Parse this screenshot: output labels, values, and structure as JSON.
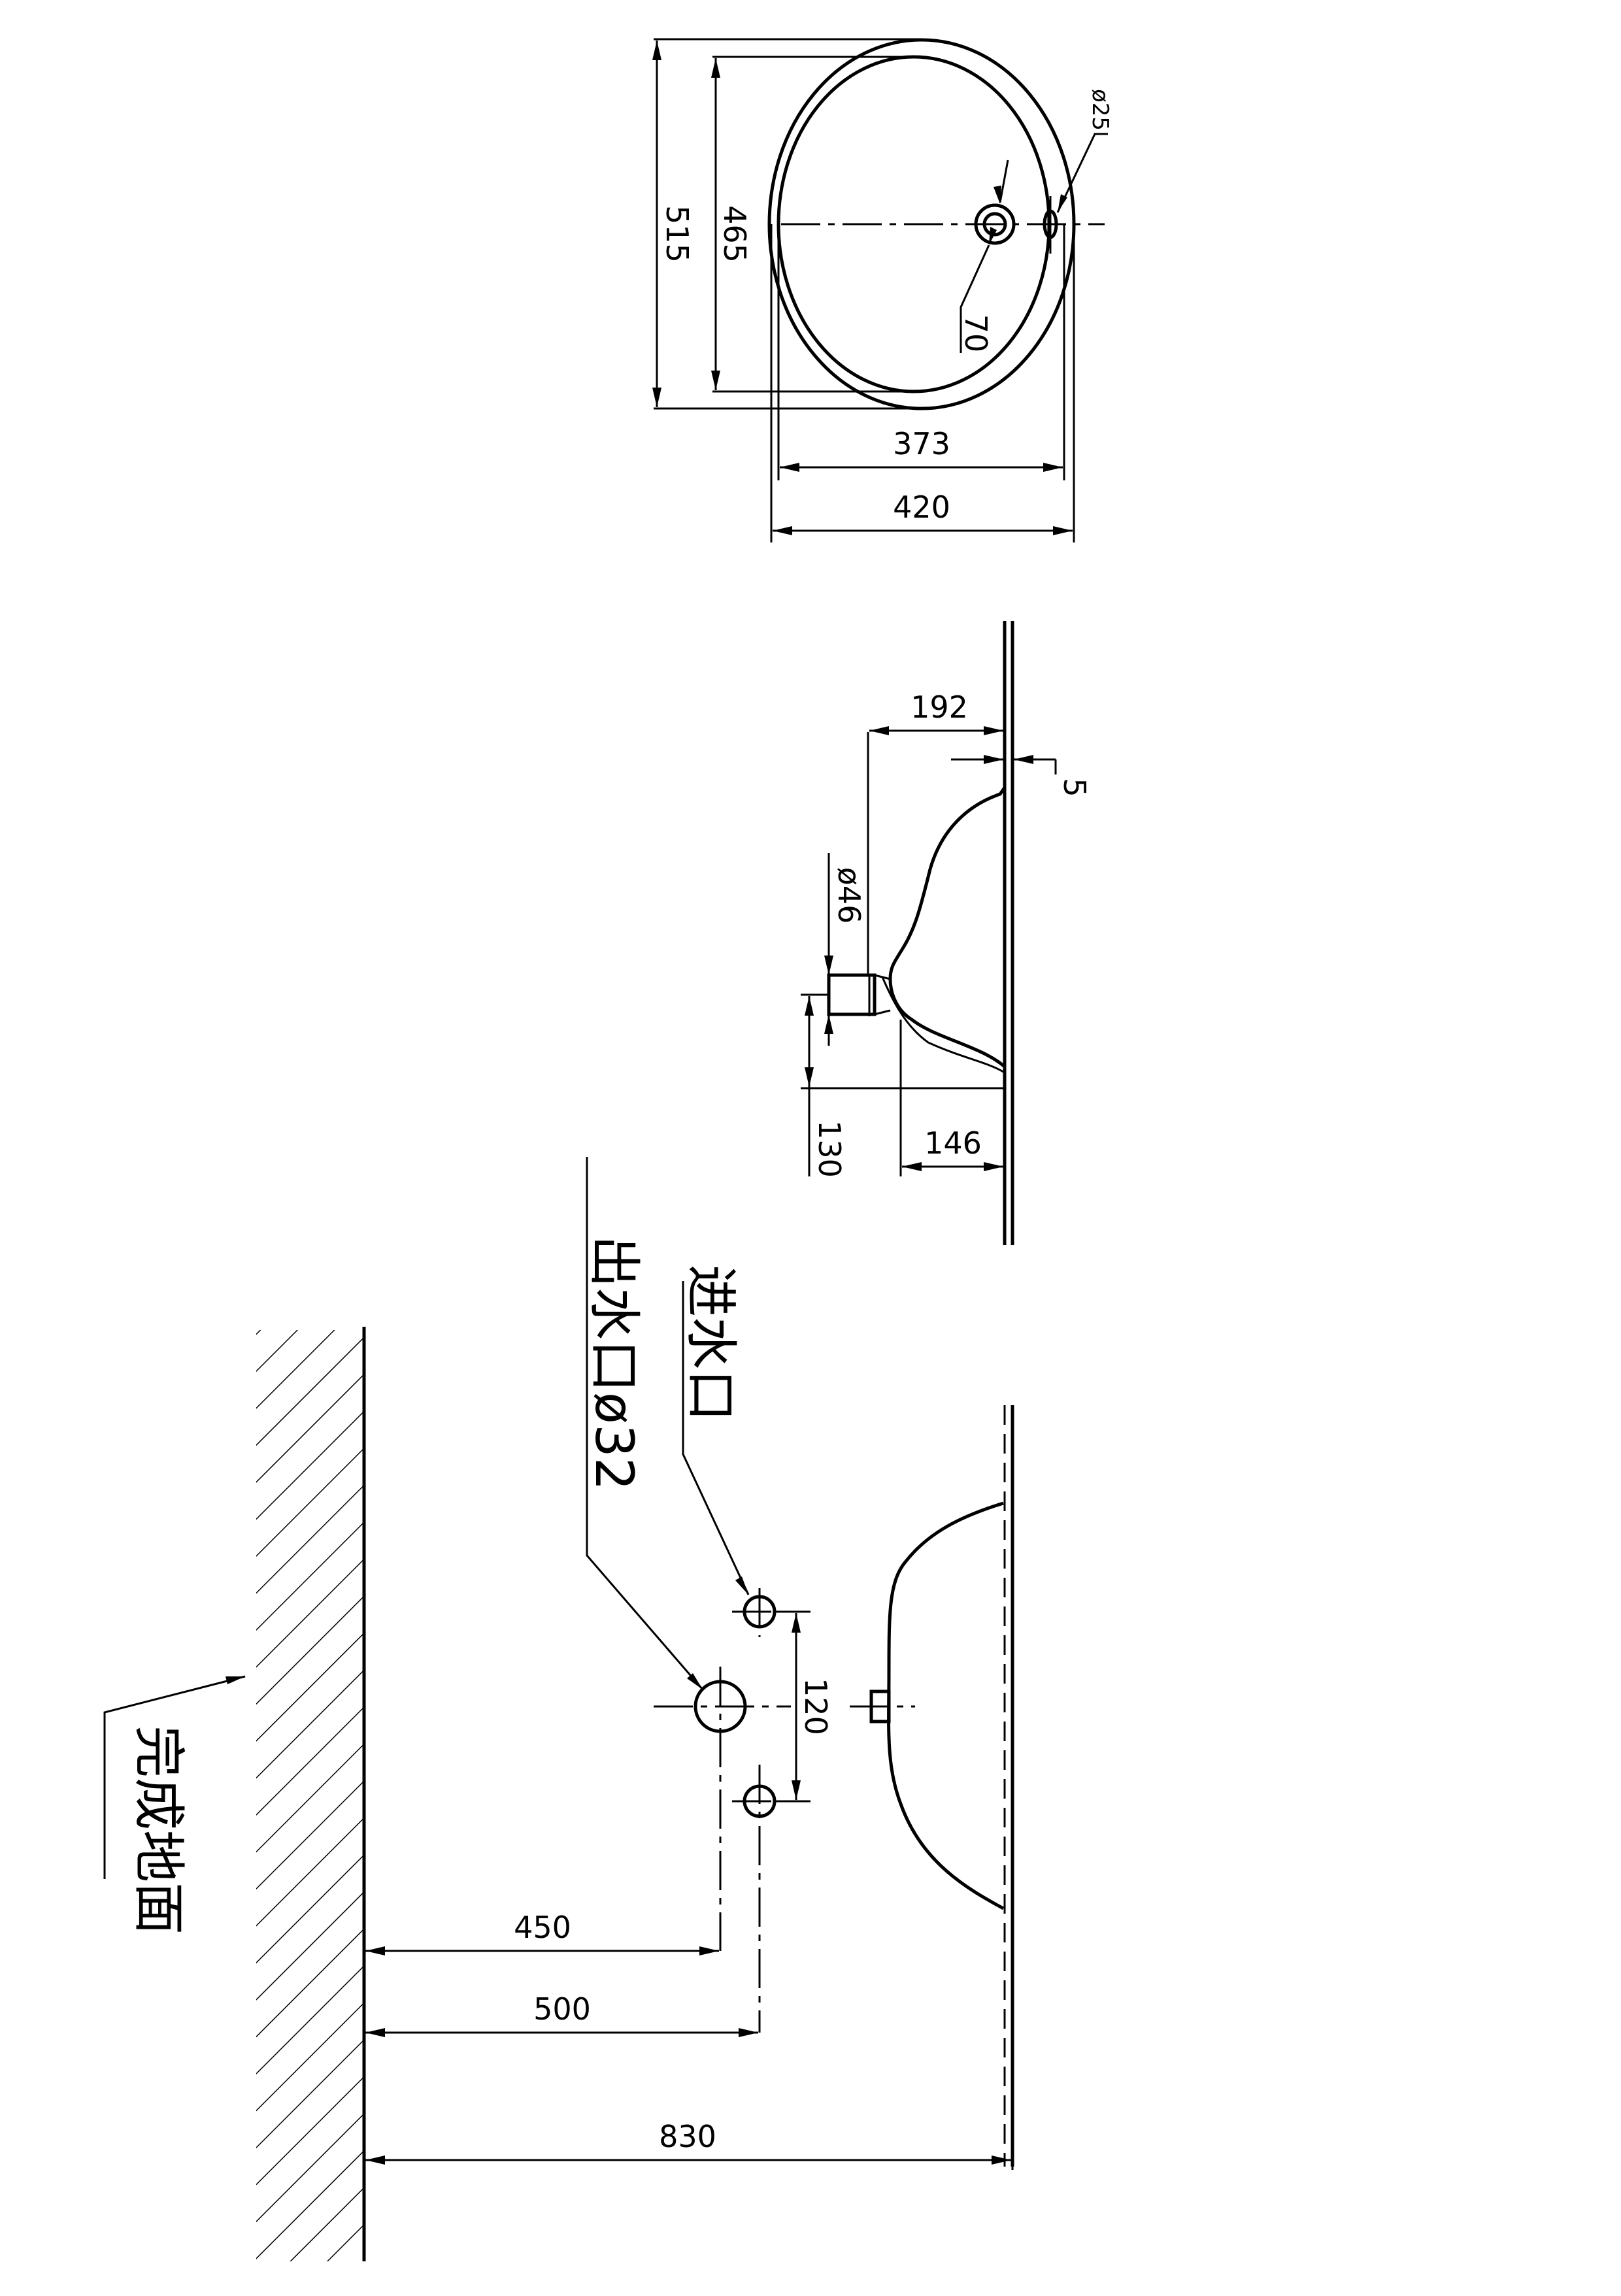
{
  "top_view": {
    "length": "515",
    "inner_length": "465",
    "outer_width": "420",
    "inner_width": "373",
    "tap_hole_dia": "ø25",
    "drain_offset": "70"
  },
  "section_view": {
    "depth": "192",
    "rim_thickness": "5",
    "drain_dia": "ø46",
    "drain_height": "130",
    "drain_to_rim": "146"
  },
  "installation": {
    "inlet_label": "进水口",
    "outlet_label": "出水口ø32",
    "floor_label": "完成地面",
    "outlet_height": "450",
    "inlet_height": "500",
    "counter_height": "830",
    "inlet_spacing": "120"
  }
}
